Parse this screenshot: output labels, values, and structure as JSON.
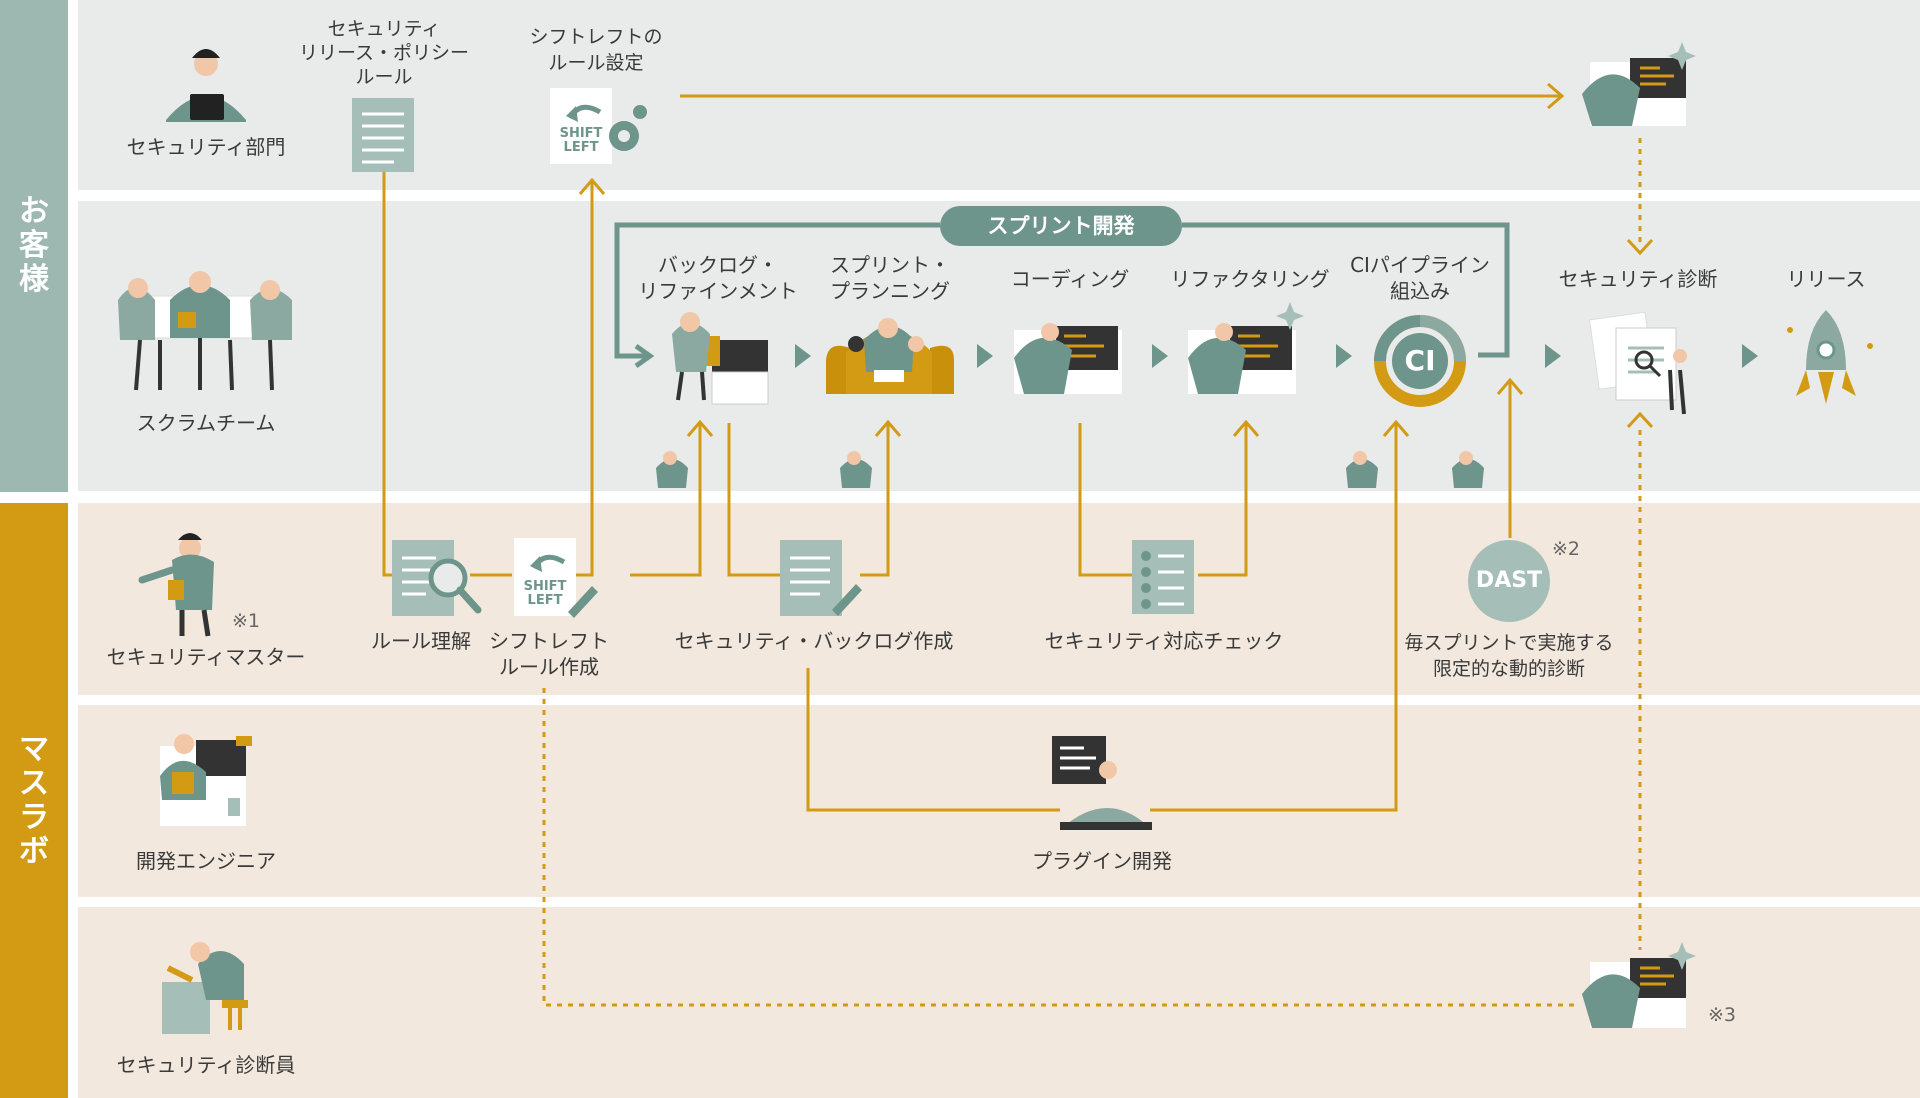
{
  "sides": {
    "customer": "お客様",
    "maslab": "マスラボ"
  },
  "roles": {
    "security_dept": "セキュリティ部門",
    "scrum_team": "スクラムチーム",
    "security_master": "セキュリティマスター",
    "dev_engineer": "開発エンジニア",
    "security_diagnostician": "セキュリティ診断員"
  },
  "top": {
    "policy_line1": "セキュリティ",
    "policy_line2": "リリース・ポリシー",
    "policy_line3": "ルール",
    "shiftleft_rule_line1": "シフトレフトの",
    "shiftleft_rule_line2": "ルール設定"
  },
  "sprint": {
    "label": "スプリント開発",
    "backlog_line1": "バックログ・",
    "backlog_line2": "リファインメント",
    "planning_line1": "スプリント・",
    "planning_line2": "プランニング",
    "coding": "コーディング",
    "refactoring": "リファクタリング",
    "ci_line1": "CIパイプライン",
    "ci_line2": "組込み",
    "security_check": "セキュリティ診断",
    "release": "リリース"
  },
  "master_row": {
    "rule_understanding": "ルール理解",
    "shiftleft_create_line1": "シフトレフト",
    "shiftleft_create_line2": "ルール作成",
    "backlog_create": "セキュリティ・バックログ作成",
    "check": "セキュリティ対応チェック",
    "dast_line1": "毎スプリントで実施する",
    "dast_line2": "限定的な動的診断"
  },
  "dev_row": {
    "plugin": "プラグイン開発"
  },
  "icons": {
    "shift_line1": "SHIFT",
    "shift_line2": "LEFT",
    "dast": "DAST",
    "ci": "CI"
  },
  "notes": {
    "n1": "※1",
    "n2": "※2",
    "n3": "※3"
  },
  "colors": {
    "customer_band": "#9db8b0",
    "maslab_band": "#d39a14",
    "customer_bg": "#e8ebea",
    "maslab_bg": "#f2e8dd",
    "arrow": "#d39a14",
    "teal": "#6e958b",
    "frame": "#6e958b"
  }
}
